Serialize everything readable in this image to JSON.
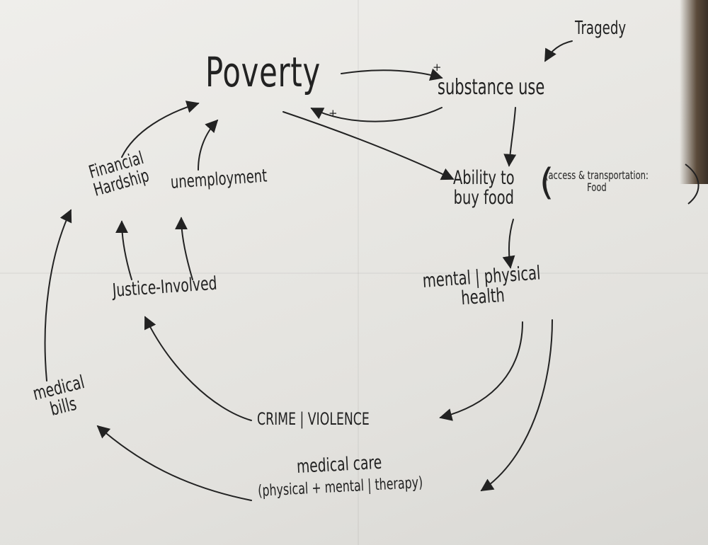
{
  "nodes": {
    "poverty": "Poverty",
    "substance_use": "substance use",
    "tragedy": "Tragedy",
    "ability_line1": "Ability to",
    "ability_line2": "buy food",
    "access_line1": "(access & transportation:",
    "access_line2": "Food",
    "financial_line1": "Financial",
    "financial_line2": "Hardship",
    "unemployment": "unemployment",
    "justice": "Justice-Involved",
    "health_line1": "mental | physical",
    "health_line2": "health",
    "crime": "CRIME | VIOLENCE",
    "medical_bills_line1": "medical",
    "medical_bills_line2": "bills",
    "medical_care_line1": "medical care",
    "medical_care_line2": "(physical + mental | therapy)"
  },
  "link_signs": {
    "poverty_to_substance": "+",
    "substance_to_poverty": "+"
  },
  "colors": {
    "ink": "#222222",
    "paper": "#ebeae6"
  }
}
